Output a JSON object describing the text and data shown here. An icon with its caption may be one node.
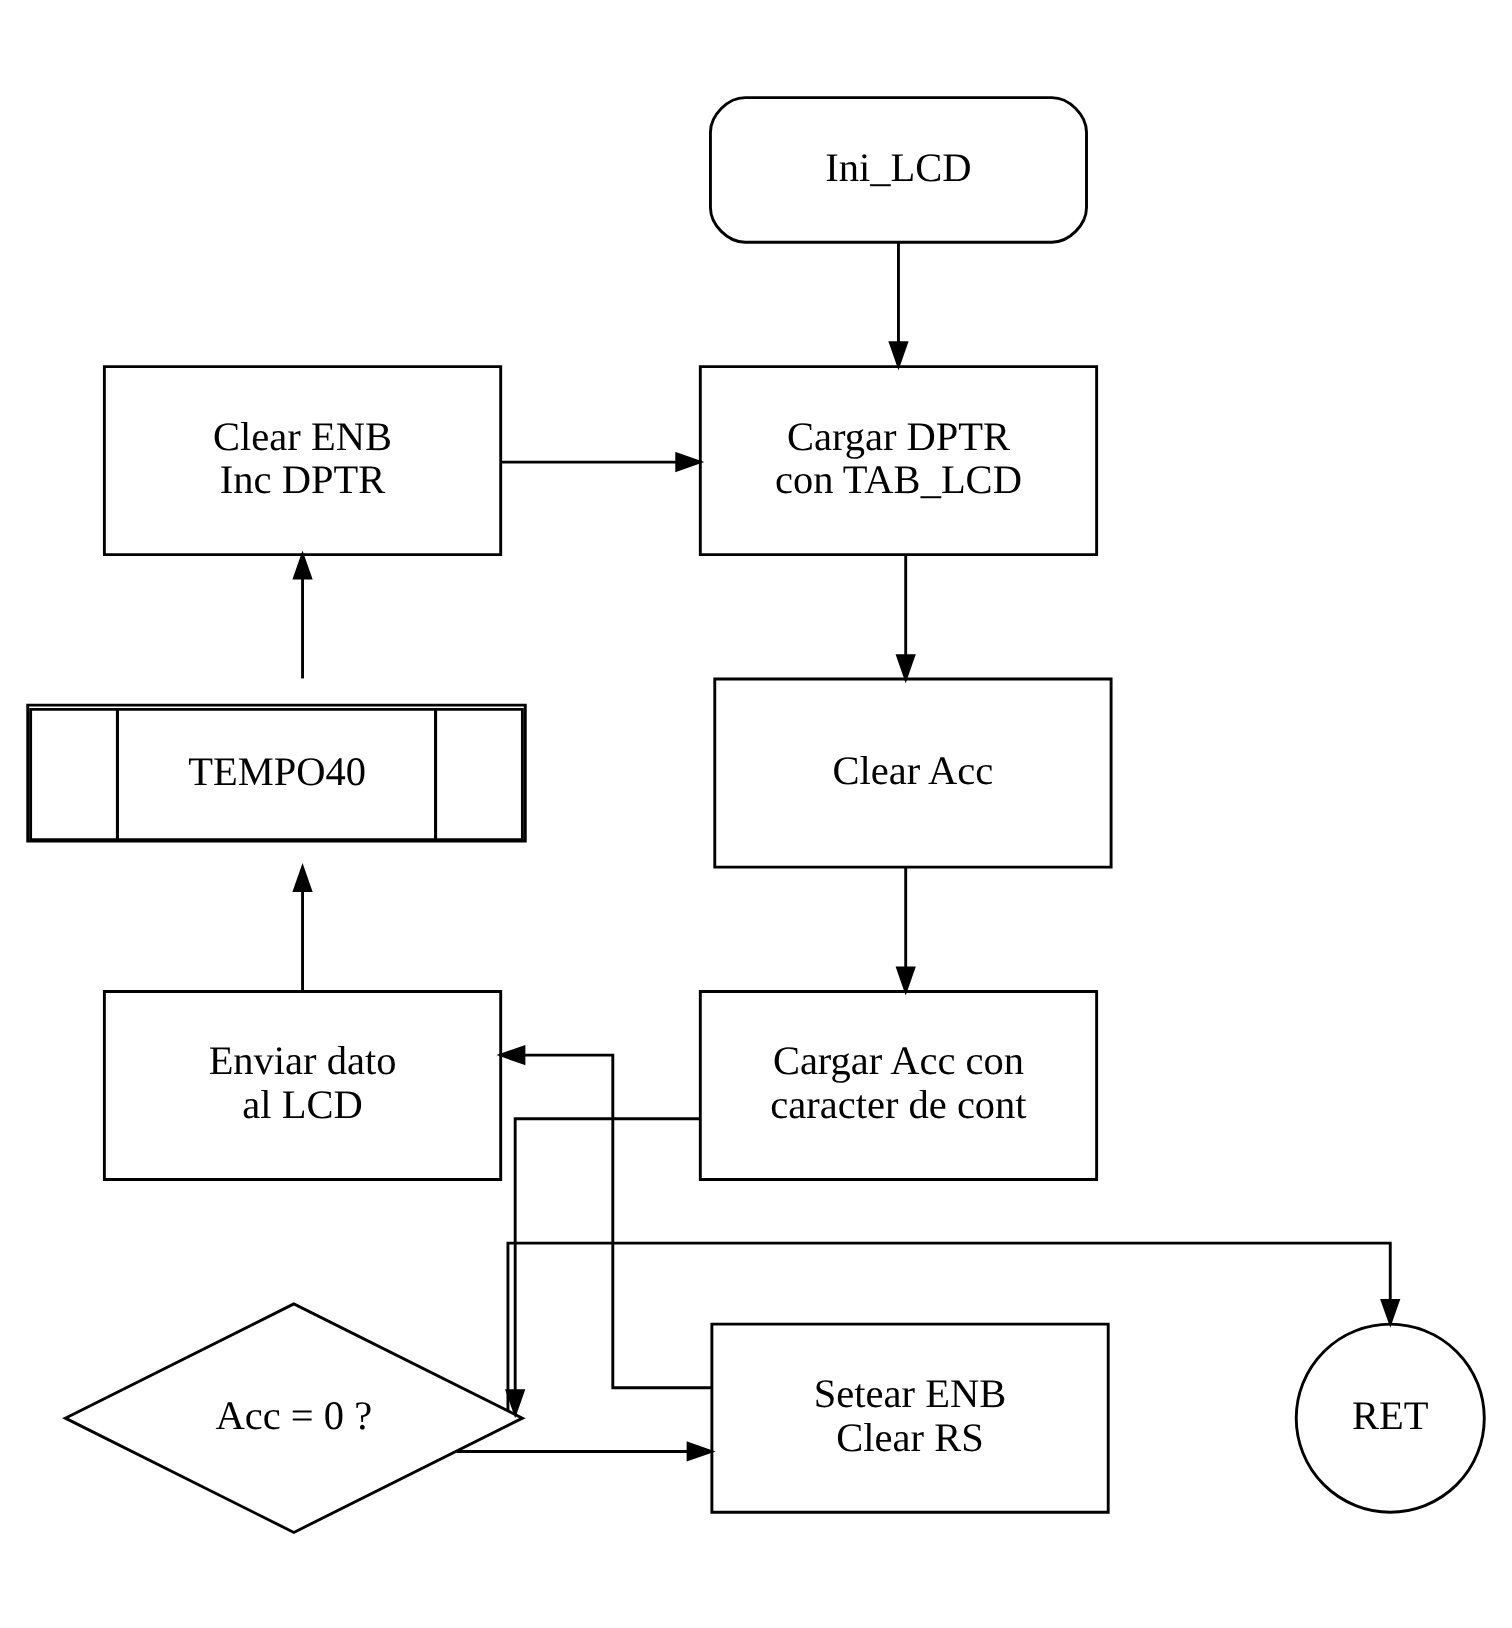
{
  "diagram": {
    "nodes": [
      {
        "text": [
          "Ini_LCD"
        ]
      },
      {
        "text": [
          "Cargar DPTR con TAB_LCD"
        ]
      },
      {
        "text": [
          "Clear Acc"
        ]
      },
      {
        "text": [
          "Cargar Acc con caracter de cont"
        ]
      },
      {
        "text": [
          "Acc = 0 ?"
        ]
      },
      {
        "text": [
          "RET"
        ]
      },
      {
        "text": [
          "Setear ENB Clear RS"
        ]
      },
      {
        "text": [
          "Enviar dato al LCD"
        ]
      },
      {
        "text": [
          "TEMPO40"
        ]
      },
      {
        "text": [
          "Clear ENB Inc DPTR"
        ]
      }
    ],
    "edges": [
      {
        "from": 0,
        "to": 1,
        "arrow": "to"
      },
      {
        "from": 1,
        "to": 2,
        "arrow": "to"
      },
      {
        "from": 2,
        "to": 3,
        "arrow": "to"
      },
      {
        "from": 3,
        "to": 4,
        "arrow": "to"
      },
      {
        "from": 4,
        "to": 5,
        "arrow": "to"
      },
      {
        "from": 4,
        "to": 6,
        "arrow": "to"
      },
      {
        "from": 6,
        "to": 7,
        "arrow": "to"
      },
      {
        "from": 7,
        "to": 8,
        "arrow": "to"
      },
      {
        "from": 8,
        "to": 9,
        "arrow": "to"
      },
      {
        "from": 9,
        "to": 1,
        "arrow": "to"
      }
    ]
  }
}
